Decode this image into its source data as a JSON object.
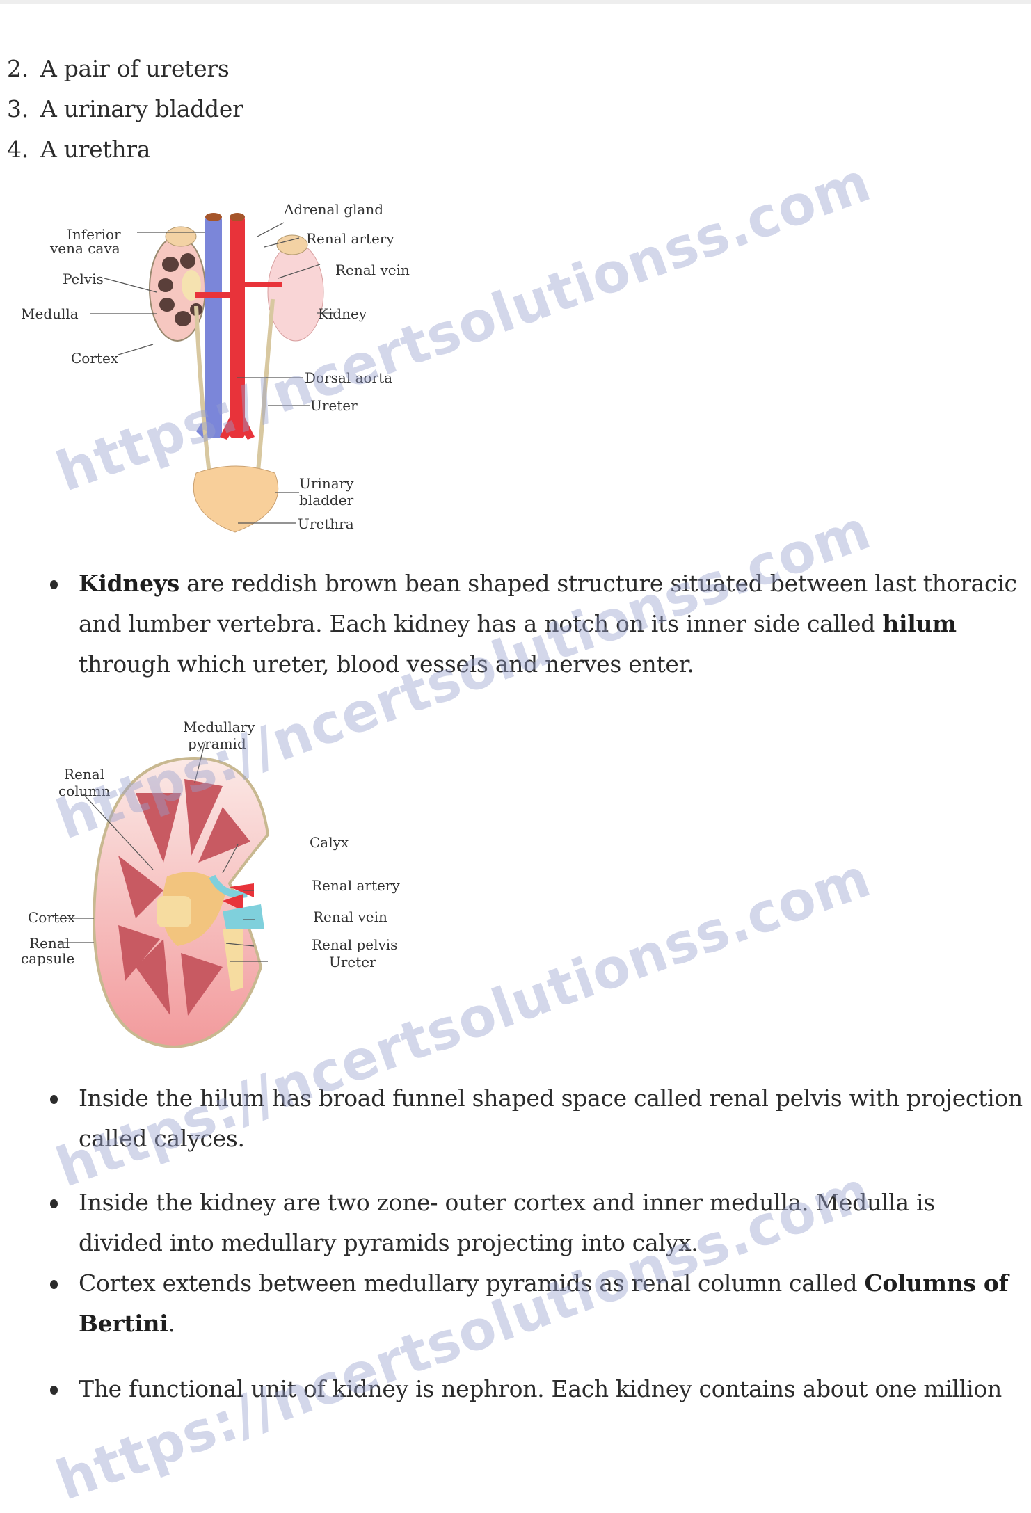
{
  "ordered_list": {
    "items": [
      {
        "number": "2.",
        "text": "A pair of ureters"
      },
      {
        "number": "3.",
        "text": "A urinary bladder"
      },
      {
        "number": "4.",
        "text": "A urethra"
      }
    ]
  },
  "figure1": {
    "labels": {
      "adrenal_gland": "Adrenal gland",
      "ivc_line1": "Inferior",
      "ivc_line2": "vena cava",
      "renal_artery": "Renal artery",
      "renal_vein": "Renal vein",
      "pelvis": "Pelvis",
      "medulla": "Medulla",
      "kidney": "Kidney",
      "cortex": "Cortex",
      "dorsal_aorta": "Dorsal aorta",
      "ureter": "Ureter",
      "bladder_line1": "Urinary",
      "bladder_line2": "bladder",
      "urethra": "Urethra"
    }
  },
  "paragraph1": {
    "bold1": "Kidneys",
    "text1": " are reddish brown bean shaped structure situated between last thoracic and lumber vertebra. Each kidney has a notch on its inner side called ",
    "bold2": "hilum",
    "text2": " through which ureter, blood vessels and nerves enter."
  },
  "figure2": {
    "labels": {
      "medullary_line1": "Medullary",
      "medullary_line2": "pyramid",
      "renal_column_line1": "Renal",
      "renal_column_line2": "column",
      "calyx": "Calyx",
      "renal_artery": "Renal artery",
      "cortex": "Cortex",
      "renal_vein": "Renal vein",
      "capsule_line1": "Renal",
      "capsule_line2": "capsule",
      "renal_pelvis": "Renal pelvis",
      "ureter": "Ureter"
    }
  },
  "bullets": [
    {
      "text": "Inside the hilum has broad funnel shaped space called renal pelvis with projection called calyces."
    },
    {
      "text": "Inside the kidney are two zone- outer cortex and inner medulla. Medulla is divided into medullary pyramids projecting into calyx."
    },
    {
      "text_before": "Cortex extends between medullary pyramids as renal column called ",
      "bold": "Columns of Bertini",
      "text_after": "."
    },
    {
      "text": "The functional unit of kidney is nephron. Each kidney contains about one million"
    }
  ],
  "watermark": {
    "text": "https://ncertsolutionss.com"
  },
  "colors": {
    "text": "#2b2b2b",
    "vein_blue": "#7b86d9",
    "artery_red": "#e8333a",
    "kidney_pink": "#f4a6a8",
    "bladder_peach": "#f8cf9a",
    "watermark": "#96a0cd"
  }
}
